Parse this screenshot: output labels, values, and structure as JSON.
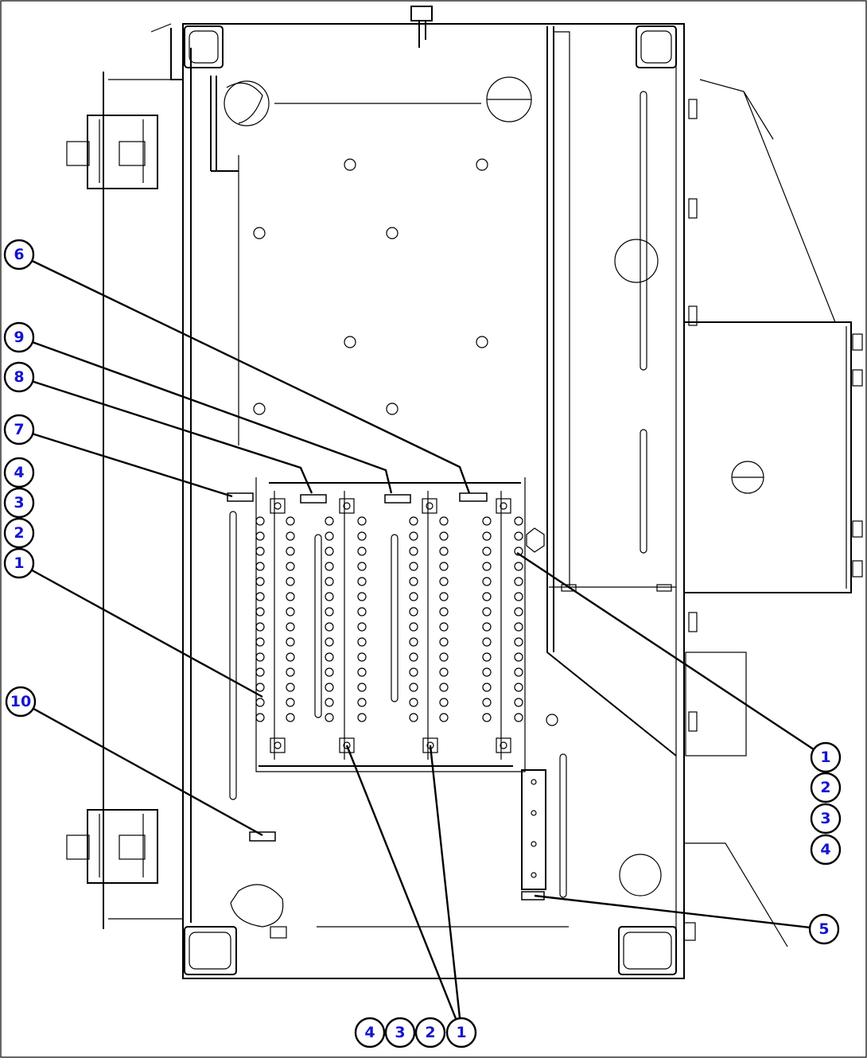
{
  "callouts": [
    {
      "id": "c6",
      "label": "6"
    },
    {
      "id": "c9",
      "label": "9"
    },
    {
      "id": "c8",
      "label": "8"
    },
    {
      "id": "c7",
      "label": "7"
    },
    {
      "id": "cL4",
      "label": "4"
    },
    {
      "id": "cL3",
      "label": "3"
    },
    {
      "id": "cL2",
      "label": "2"
    },
    {
      "id": "cL1",
      "label": "1"
    },
    {
      "id": "c10",
      "label": "10"
    },
    {
      "id": "cR1",
      "label": "1"
    },
    {
      "id": "cR2",
      "label": "2"
    },
    {
      "id": "cR3",
      "label": "3"
    },
    {
      "id": "cR4",
      "label": "4"
    },
    {
      "id": "c5",
      "label": "5"
    },
    {
      "id": "cB4",
      "label": "4"
    },
    {
      "id": "cB3",
      "label": "3"
    },
    {
      "id": "cB2",
      "label": "2"
    },
    {
      "id": "cB1",
      "label": "1"
    }
  ],
  "colors": {
    "callout_text": "#1414d2",
    "line": "#000000"
  }
}
